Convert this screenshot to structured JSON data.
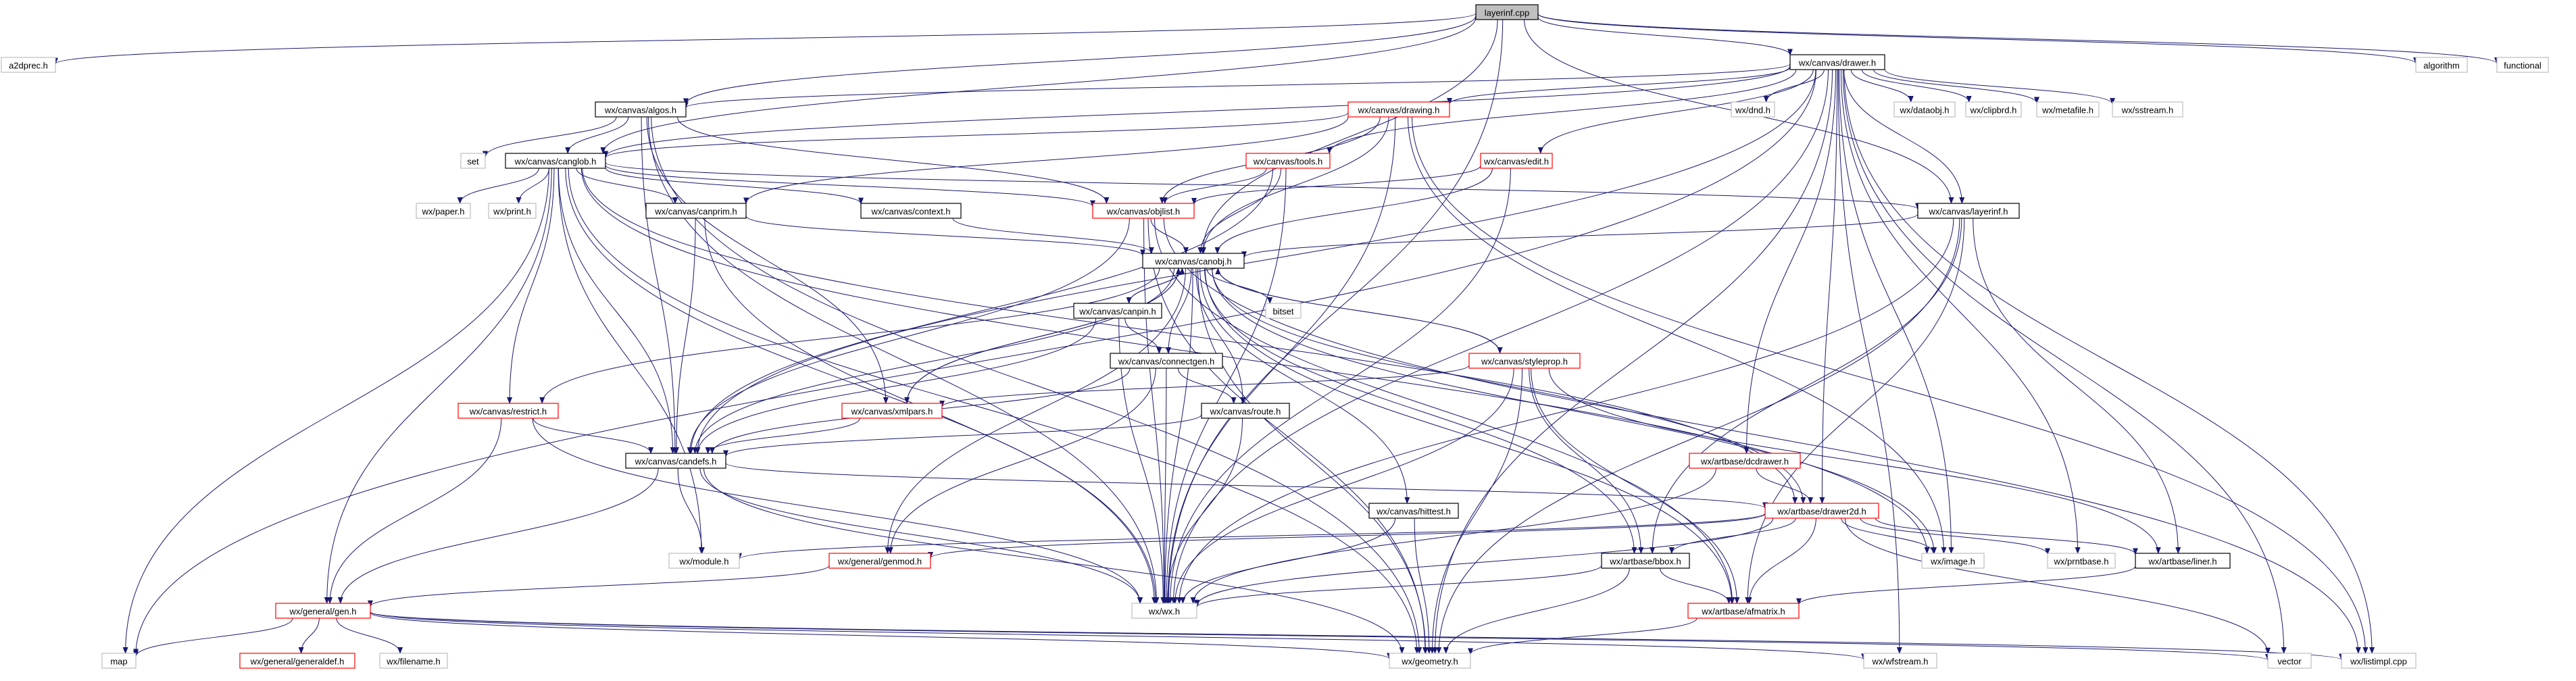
{
  "colors": {
    "edge": "#191970",
    "text": "#000000",
    "root_fill": "#bfbfbf",
    "border_black": "#000000",
    "border_red": "#ff0000",
    "border_leaf": "#bfbfbf",
    "fill_default": "#ffffff"
  },
  "nodes": [
    {
      "id": "root",
      "label": "layerinf.cpp",
      "kind": "root"
    },
    {
      "id": "a2dprec",
      "label": "a2dprec.h",
      "kind": "leaf"
    },
    {
      "id": "drawer",
      "label": "wx/canvas/drawer.h",
      "kind": "normal"
    },
    {
      "id": "algorithm",
      "label": "algorithm",
      "kind": "leaf"
    },
    {
      "id": "functional",
      "label": "functional",
      "kind": "leaf"
    },
    {
      "id": "algos",
      "label": "wx/canvas/algos.h",
      "kind": "normal"
    },
    {
      "id": "drawing",
      "label": "wx/canvas/drawing.h",
      "kind": "red"
    },
    {
      "id": "dnd",
      "label": "wx/dnd.h",
      "kind": "leaf"
    },
    {
      "id": "dataobj",
      "label": "wx/dataobj.h",
      "kind": "leaf"
    },
    {
      "id": "clipbrd",
      "label": "wx/clipbrd.h",
      "kind": "leaf"
    },
    {
      "id": "metafile",
      "label": "wx/metafile.h",
      "kind": "leaf"
    },
    {
      "id": "sstream",
      "label": "wx/sstream.h",
      "kind": "leaf"
    },
    {
      "id": "set",
      "label": "set",
      "kind": "leaf"
    },
    {
      "id": "canglob",
      "label": "wx/canvas/canglob.h",
      "kind": "normal"
    },
    {
      "id": "tools",
      "label": "wx/canvas/tools.h",
      "kind": "red"
    },
    {
      "id": "edit",
      "label": "wx/canvas/edit.h",
      "kind": "red"
    },
    {
      "id": "paper",
      "label": "wx/paper.h",
      "kind": "leaf"
    },
    {
      "id": "print",
      "label": "wx/print.h",
      "kind": "leaf"
    },
    {
      "id": "canprim",
      "label": "wx/canvas/canprim.h",
      "kind": "normal"
    },
    {
      "id": "context",
      "label": "wx/canvas/context.h",
      "kind": "normal"
    },
    {
      "id": "objlist",
      "label": "wx/canvas/objlist.h",
      "kind": "red"
    },
    {
      "id": "layerinf",
      "label": "wx/canvas/layerinf.h",
      "kind": "normal"
    },
    {
      "id": "canobj",
      "label": "wx/canvas/canobj.h",
      "kind": "normal"
    },
    {
      "id": "bitset",
      "label": "bitset",
      "kind": "leaf"
    },
    {
      "id": "canpin",
      "label": "wx/canvas/canpin.h",
      "kind": "normal"
    },
    {
      "id": "connectgen",
      "label": "wx/canvas/connectgen.h",
      "kind": "normal"
    },
    {
      "id": "styleprop",
      "label": "wx/canvas/styleprop.h",
      "kind": "red"
    },
    {
      "id": "xmlpars",
      "label": "wx/canvas/xmlpars.h",
      "kind": "red"
    },
    {
      "id": "restrict",
      "label": "wx/canvas/restrict.h",
      "kind": "red"
    },
    {
      "id": "route",
      "label": "wx/canvas/route.h",
      "kind": "normal"
    },
    {
      "id": "candefs",
      "label": "wx/canvas/candefs.h",
      "kind": "normal"
    },
    {
      "id": "dcdrawer",
      "label": "wx/artbase/dcdrawer.h",
      "kind": "red"
    },
    {
      "id": "hittest",
      "label": "wx/canvas/hittest.h",
      "kind": "normal"
    },
    {
      "id": "drawer2d",
      "label": "wx/artbase/drawer2d.h",
      "kind": "red"
    },
    {
      "id": "module",
      "label": "wx/module.h",
      "kind": "leaf"
    },
    {
      "id": "genmod",
      "label": "wx/general/genmod.h",
      "kind": "red"
    },
    {
      "id": "bbox",
      "label": "wx/artbase/bbox.h",
      "kind": "normal"
    },
    {
      "id": "image",
      "label": "wx/image.h",
      "kind": "leaf"
    },
    {
      "id": "prntbase",
      "label": "wx/prntbase.h",
      "kind": "leaf"
    },
    {
      "id": "liner",
      "label": "wx/artbase/liner.h",
      "kind": "normal"
    },
    {
      "id": "wx",
      "label": "wx/wx.h",
      "kind": "leaf"
    },
    {
      "id": "afmatrix",
      "label": "wx/artbase/afmatrix.h",
      "kind": "red"
    },
    {
      "id": "gen",
      "label": "wx/general/gen.h",
      "kind": "red"
    },
    {
      "id": "map",
      "label": "map",
      "kind": "leaf"
    },
    {
      "id": "gendef",
      "label": "wx/general/generaldef.h",
      "kind": "red"
    },
    {
      "id": "filename",
      "label": "wx/filename.h",
      "kind": "leaf"
    },
    {
      "id": "geometry",
      "label": "wx/geometry.h",
      "kind": "leaf"
    },
    {
      "id": "wfstream",
      "label": "wx/wfstream.h",
      "kind": "leaf"
    },
    {
      "id": "vector",
      "label": "vector",
      "kind": "leaf"
    },
    {
      "id": "listimpl",
      "label": "wx/listimpl.cpp",
      "kind": "leaf"
    }
  ],
  "edges": [
    [
      "root",
      "a2dprec"
    ],
    [
      "root",
      "drawer"
    ],
    [
      "root",
      "algorithm"
    ],
    [
      "root",
      "functional"
    ],
    [
      "root",
      "algos"
    ],
    [
      "root",
      "canglob"
    ],
    [
      "root",
      "canobj"
    ],
    [
      "root",
      "layerinf"
    ],
    [
      "root",
      "wx"
    ],
    [
      "drawer",
      "algos"
    ],
    [
      "drawer",
      "drawing"
    ],
    [
      "drawer",
      "dnd"
    ],
    [
      "drawer",
      "dataobj"
    ],
    [
      "drawer",
      "clipbrd"
    ],
    [
      "drawer",
      "metafile"
    ],
    [
      "drawer",
      "sstream"
    ],
    [
      "drawer",
      "tools"
    ],
    [
      "drawer",
      "edit"
    ],
    [
      "drawer",
      "canglob"
    ],
    [
      "drawer",
      "candefs"
    ],
    [
      "drawer",
      "dcdrawer"
    ],
    [
      "drawer",
      "drawer2d"
    ],
    [
      "drawer",
      "image"
    ],
    [
      "drawer",
      "prntbase"
    ],
    [
      "drawer",
      "wx"
    ],
    [
      "drawer",
      "map"
    ],
    [
      "drawer",
      "geometry"
    ],
    [
      "drawer",
      "wfstream"
    ],
    [
      "drawer",
      "vector"
    ],
    [
      "drawer",
      "listimpl"
    ],
    [
      "drawer",
      "layerinf"
    ],
    [
      "algos",
      "set"
    ],
    [
      "algos",
      "canglob"
    ],
    [
      "algos",
      "objlist"
    ],
    [
      "algos",
      "xmlpars"
    ],
    [
      "algos",
      "candefs"
    ],
    [
      "algos",
      "wx"
    ],
    [
      "algos",
      "geometry"
    ],
    [
      "drawing",
      "canglob"
    ],
    [
      "drawing",
      "canprim"
    ],
    [
      "drawing",
      "objlist"
    ],
    [
      "drawing",
      "canobj"
    ],
    [
      "drawing",
      "wx"
    ],
    [
      "drawing",
      "image"
    ],
    [
      "drawing",
      "listimpl"
    ],
    [
      "canglob",
      "paper"
    ],
    [
      "canglob",
      "print"
    ],
    [
      "canglob",
      "canprim"
    ],
    [
      "canglob",
      "context"
    ],
    [
      "canglob",
      "objlist"
    ],
    [
      "canglob",
      "layerinf"
    ],
    [
      "canglob",
      "restrict"
    ],
    [
      "canglob",
      "candefs"
    ],
    [
      "canglob",
      "module"
    ],
    [
      "canglob",
      "gen"
    ],
    [
      "canglob",
      "wx"
    ],
    [
      "canglob",
      "map"
    ],
    [
      "canglob",
      "geometry"
    ],
    [
      "canglob",
      "drawer2d"
    ],
    [
      "canglob",
      "image"
    ],
    [
      "tools",
      "objlist"
    ],
    [
      "tools",
      "canobj"
    ],
    [
      "tools",
      "wx"
    ],
    [
      "tools",
      "candefs"
    ],
    [
      "edit",
      "objlist"
    ],
    [
      "edit",
      "canobj"
    ],
    [
      "edit",
      "wx"
    ],
    [
      "canprim",
      "canobj"
    ],
    [
      "canprim",
      "candefs"
    ],
    [
      "canprim",
      "wx"
    ],
    [
      "context",
      "canobj"
    ],
    [
      "objlist",
      "canobj"
    ],
    [
      "objlist",
      "candefs"
    ],
    [
      "objlist",
      "wx"
    ],
    [
      "objlist",
      "afmatrix"
    ],
    [
      "objlist",
      "geometry"
    ],
    [
      "objlist",
      "listimpl"
    ],
    [
      "layerinf",
      "canobj"
    ],
    [
      "layerinf",
      "bbox"
    ],
    [
      "layerinf",
      "liner"
    ],
    [
      "layerinf",
      "afmatrix"
    ],
    [
      "layerinf",
      "wx"
    ],
    [
      "layerinf",
      "geometry"
    ],
    [
      "canobj",
      "bitset"
    ],
    [
      "canobj",
      "canpin"
    ],
    [
      "canobj",
      "connectgen"
    ],
    [
      "canobj",
      "styleprop"
    ],
    [
      "canobj",
      "xmlpars"
    ],
    [
      "canobj",
      "restrict"
    ],
    [
      "canobj",
      "route"
    ],
    [
      "canobj",
      "candefs"
    ],
    [
      "canobj",
      "hittest"
    ],
    [
      "canobj",
      "drawer2d"
    ],
    [
      "canobj",
      "genmod"
    ],
    [
      "canobj",
      "bbox"
    ],
    [
      "canobj",
      "image"
    ],
    [
      "canobj",
      "afmatrix"
    ],
    [
      "canobj",
      "wx"
    ],
    [
      "canobj",
      "geometry"
    ],
    [
      "canpin",
      "canobj"
    ],
    [
      "canpin",
      "connectgen"
    ],
    [
      "canpin",
      "candefs"
    ],
    [
      "canpin",
      "wx"
    ],
    [
      "connectgen",
      "route"
    ],
    [
      "connectgen",
      "candefs"
    ],
    [
      "connectgen",
      "genmod"
    ],
    [
      "connectgen",
      "wx"
    ],
    [
      "styleprop",
      "canobj"
    ],
    [
      "styleprop",
      "xmlpars"
    ],
    [
      "styleprop",
      "bbox"
    ],
    [
      "styleprop",
      "liner"
    ],
    [
      "styleprop",
      "afmatrix"
    ],
    [
      "styleprop",
      "wx"
    ],
    [
      "styleprop",
      "geometry"
    ],
    [
      "xmlpars",
      "canobj"
    ],
    [
      "xmlpars",
      "candefs"
    ],
    [
      "restrict",
      "candefs"
    ],
    [
      "restrict",
      "gen"
    ],
    [
      "restrict",
      "wx"
    ],
    [
      "route",
      "candefs"
    ],
    [
      "route",
      "wx"
    ],
    [
      "candefs",
      "drawer2d"
    ],
    [
      "candefs",
      "module"
    ],
    [
      "candefs",
      "gen"
    ],
    [
      "candefs",
      "wx"
    ],
    [
      "candefs",
      "geometry"
    ],
    [
      "dcdrawer",
      "drawer2d"
    ],
    [
      "dcdrawer",
      "wx"
    ],
    [
      "hittest",
      "wx"
    ],
    [
      "hittest",
      "geometry"
    ],
    [
      "drawer2d",
      "module"
    ],
    [
      "drawer2d",
      "genmod"
    ],
    [
      "drawer2d",
      "bbox"
    ],
    [
      "drawer2d",
      "image"
    ],
    [
      "drawer2d",
      "prntbase"
    ],
    [
      "drawer2d",
      "liner"
    ],
    [
      "drawer2d",
      "wx"
    ],
    [
      "drawer2d",
      "afmatrix"
    ],
    [
      "drawer2d",
      "vector"
    ],
    [
      "genmod",
      "gen"
    ],
    [
      "bbox",
      "wx"
    ],
    [
      "bbox",
      "afmatrix"
    ],
    [
      "bbox",
      "geometry"
    ],
    [
      "liner",
      "afmatrix"
    ],
    [
      "afmatrix",
      "geometry"
    ],
    [
      "gen",
      "map"
    ],
    [
      "gen",
      "gendef"
    ],
    [
      "gen",
      "filename"
    ],
    [
      "gen",
      "geometry"
    ],
    [
      "gen",
      "wfstream"
    ],
    [
      "gen",
      "vector"
    ],
    [
      "gen",
      "listimpl"
    ]
  ]
}
